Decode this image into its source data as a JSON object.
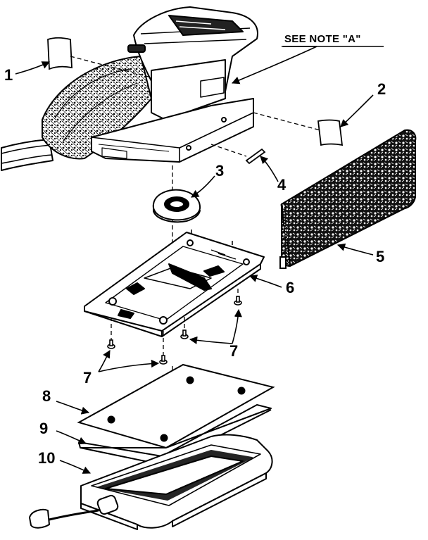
{
  "diagram": {
    "note_label": "SEE NOTE \"A\"",
    "callouts": [
      {
        "id": "1",
        "text": "1",
        "part": "label-left"
      },
      {
        "id": "2",
        "text": "2",
        "part": "label-right"
      },
      {
        "id": "3",
        "text": "3",
        "part": "pad-clamp-nut"
      },
      {
        "id": "4",
        "text": "4",
        "part": "pin"
      },
      {
        "id": "5",
        "text": "5",
        "part": "dust-bag"
      },
      {
        "id": "6",
        "text": "6",
        "part": "platen-plate"
      },
      {
        "id": "7a",
        "text": "7",
        "part": "screw-right"
      },
      {
        "id": "7b",
        "text": "7",
        "part": "screw-left"
      },
      {
        "id": "8",
        "text": "8",
        "part": "pad"
      },
      {
        "id": "9",
        "text": "9",
        "part": "sheet"
      },
      {
        "id": "10",
        "text": "10",
        "part": "base"
      }
    ]
  }
}
